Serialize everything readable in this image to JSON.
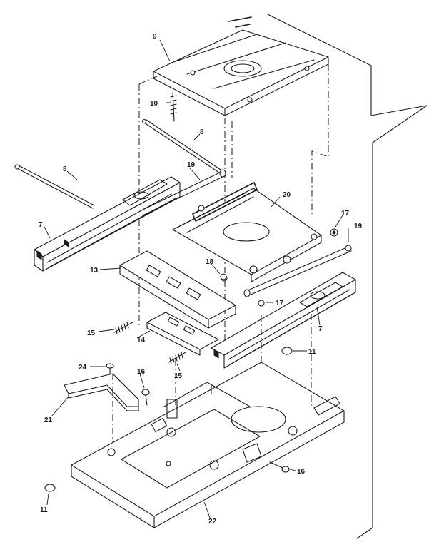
{
  "callouts": [
    {
      "id": "c9",
      "text": "9"
    },
    {
      "id": "c10",
      "text": "10"
    },
    {
      "id": "c8a",
      "text": "8"
    },
    {
      "id": "c8b",
      "text": "8"
    },
    {
      "id": "c19a",
      "text": "19"
    },
    {
      "id": "c20",
      "text": "20"
    },
    {
      "id": "c7a",
      "text": "7"
    },
    {
      "id": "c17a",
      "text": "17"
    },
    {
      "id": "c19b",
      "text": "19"
    },
    {
      "id": "c13",
      "text": "13"
    },
    {
      "id": "c18",
      "text": "18"
    },
    {
      "id": "c17b",
      "text": "17"
    },
    {
      "id": "c7b",
      "text": "7"
    },
    {
      "id": "c15a",
      "text": "15"
    },
    {
      "id": "c14",
      "text": "14"
    },
    {
      "id": "c11a",
      "text": "11"
    },
    {
      "id": "c24",
      "text": "24"
    },
    {
      "id": "c15b",
      "text": "15"
    },
    {
      "id": "c16a",
      "text": "16"
    },
    {
      "id": "c21",
      "text": "21"
    },
    {
      "id": "c16b",
      "text": "16"
    },
    {
      "id": "c11b",
      "text": "11"
    },
    {
      "id": "c22",
      "text": "22"
    }
  ]
}
